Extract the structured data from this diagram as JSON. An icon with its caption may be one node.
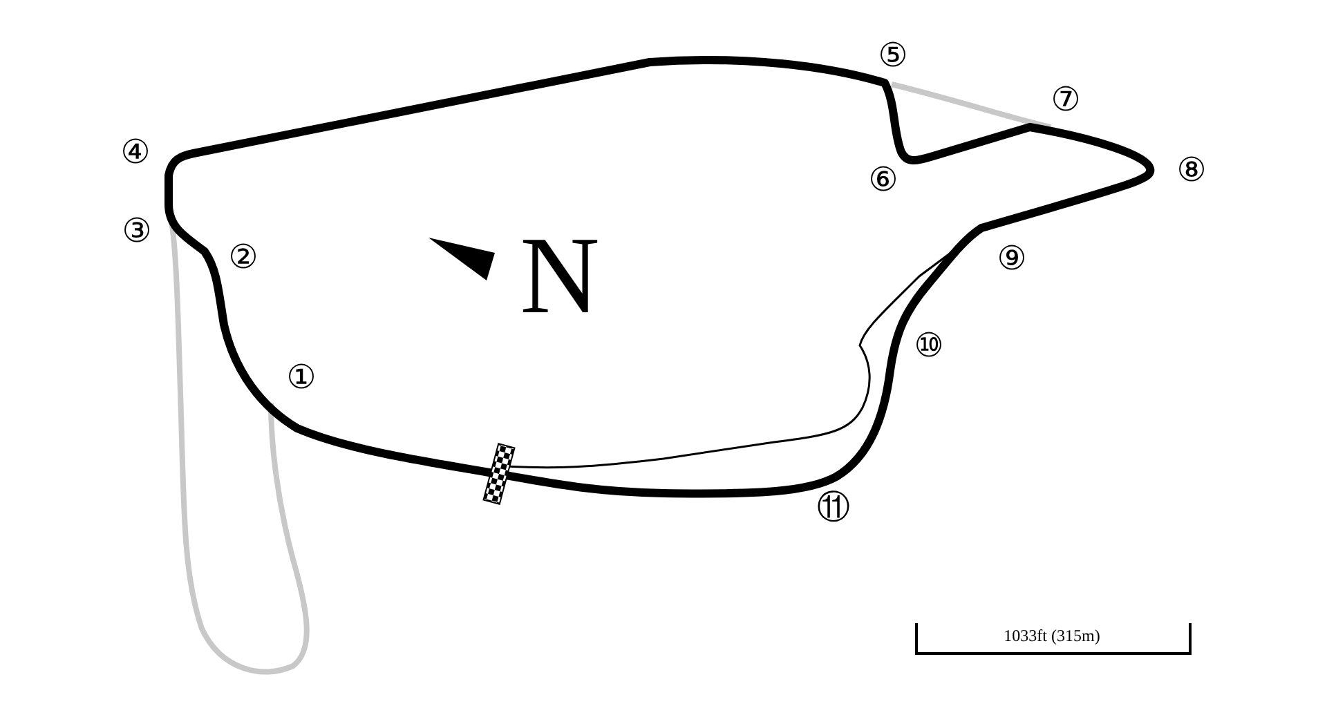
{
  "diagram": {
    "labels": [
      "⑤",
      "⑦",
      "④",
      "⑥",
      "⑧",
      "③",
      "②",
      "N",
      "⑨",
      "⑩",
      "①",
      "⑪",
      "1033ft (315m)"
    ]
  }
}
